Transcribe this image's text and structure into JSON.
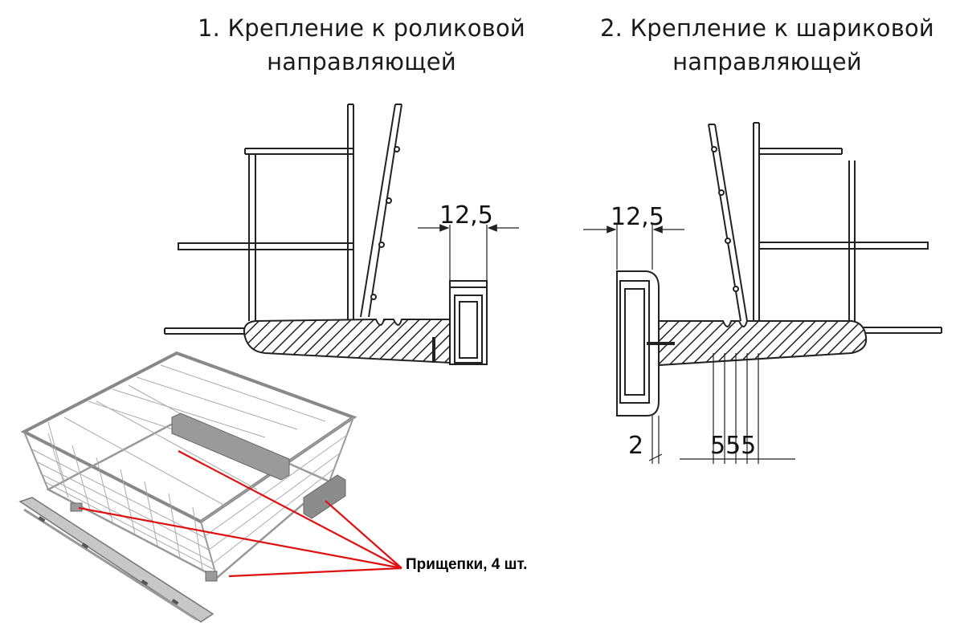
{
  "diagram": {
    "title_1": [
      "1. Крепление к роликовой",
      "направляющей"
    ],
    "title_2": [
      "2. Крепление к шариковой",
      "направляющей"
    ],
    "dim_width_1": "12,5",
    "dim_width_2": "12,5",
    "dim_thickness": "2",
    "dim_spacing": "555",
    "callout": "Прищепки, 4 шт."
  },
  "colors": {
    "line": "#222222",
    "clip_fill": "#888888",
    "callout_line": "#e01010",
    "rail": "#b8b8b8"
  }
}
